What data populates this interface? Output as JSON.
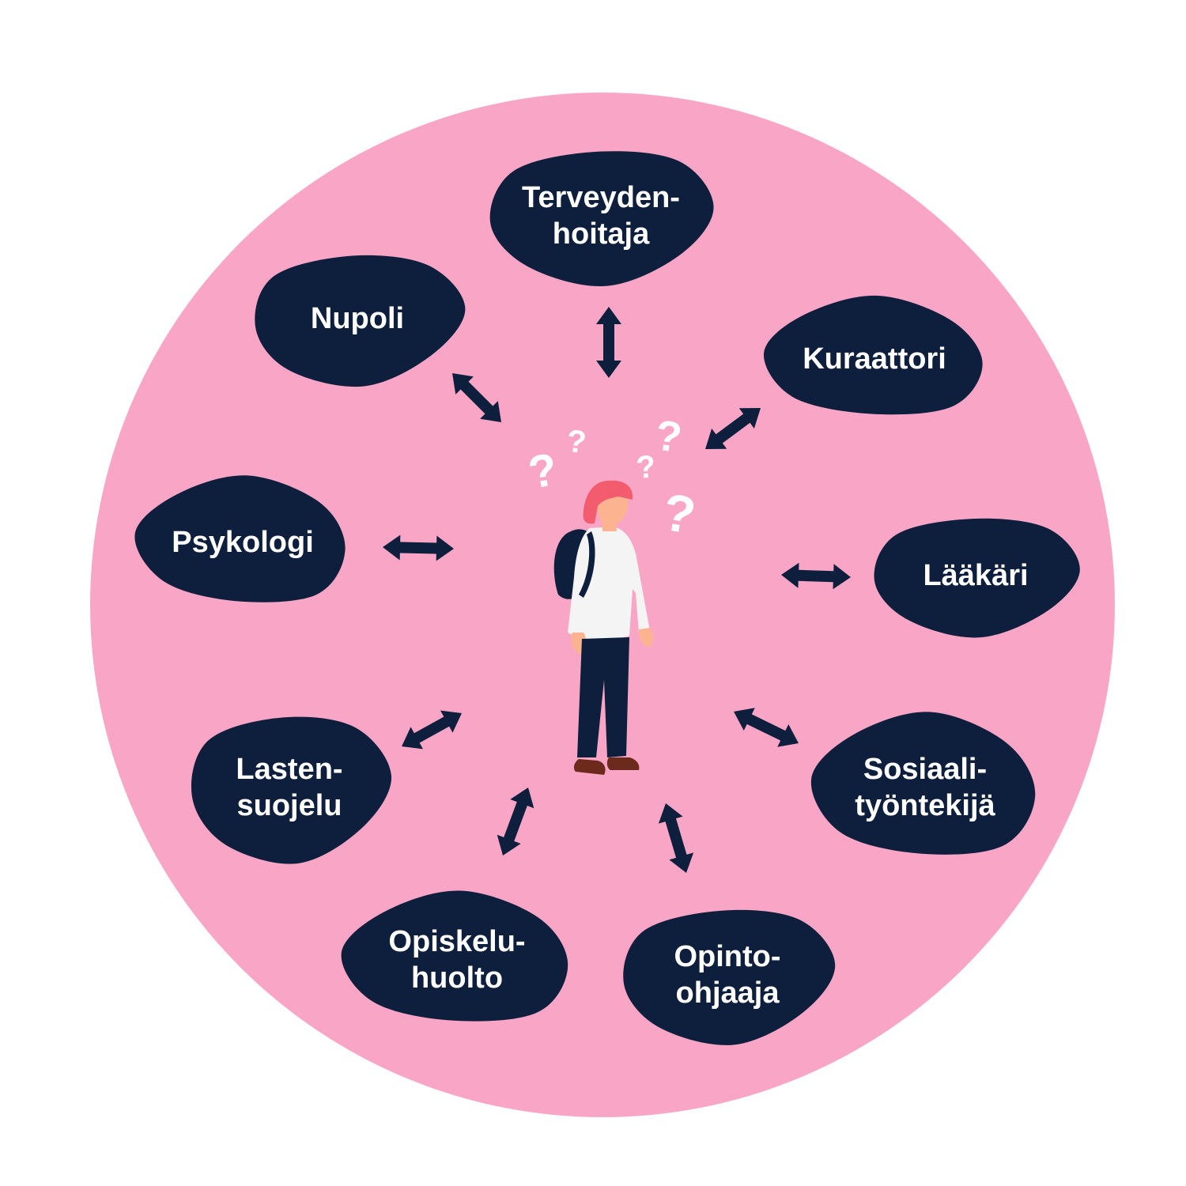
{
  "colors": {
    "background_circle": "#f9a6c6",
    "blob": "#0d1f3c",
    "blob_text": "#ffffff",
    "arrow": "#0d1f3c",
    "question_mark": "#ffffff",
    "hair": "#f25c6e",
    "skin": "#fbb48f",
    "shirt": "#f4f4f4",
    "pants": "#0d1f3c",
    "shoes": "#6b2a1c"
  },
  "nodes": [
    {
      "id": "terveydenhoitaja",
      "lines": [
        "Terveyden-",
        "hoitaja"
      ]
    },
    {
      "id": "kuraattori",
      "lines": [
        "Kuraattori"
      ]
    },
    {
      "id": "laakari",
      "lines": [
        "Lääkäri"
      ]
    },
    {
      "id": "sosiaalityontekija",
      "lines": [
        "Sosiaali-",
        "työntekijä"
      ]
    },
    {
      "id": "opinto-ohjaaja",
      "lines": [
        "Opinto-",
        "ohjaaja"
      ]
    },
    {
      "id": "opiskeluhuolto",
      "lines": [
        "Opiskelu-",
        "huolto"
      ]
    },
    {
      "id": "lastensuojelu",
      "lines": [
        "Lasten-",
        "suojelu"
      ]
    },
    {
      "id": "psykologi",
      "lines": [
        "Psykologi"
      ]
    },
    {
      "id": "nupoli",
      "lines": [
        "Nupoli"
      ]
    }
  ],
  "question_mark_glyph": "?",
  "icons": {
    "center_figure": "student-with-backpack-icon",
    "arrows": "double-arrow-icon"
  }
}
